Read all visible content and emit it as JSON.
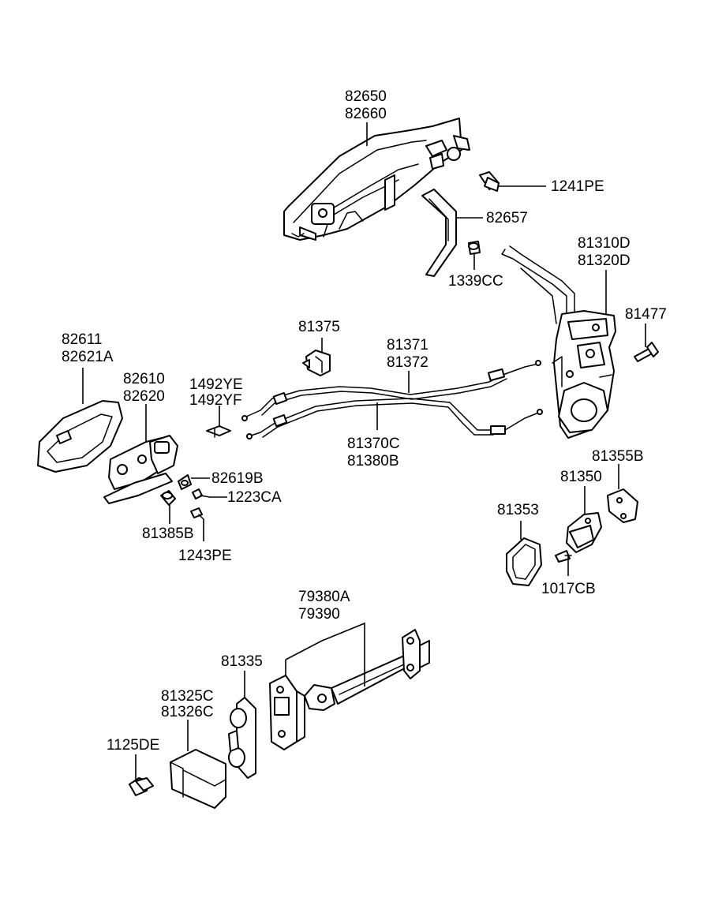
{
  "labels": {
    "l82650": "82650",
    "l82660": "82660",
    "l1241PE": "1241PE",
    "l82657": "82657",
    "l1339CC": "1339CC",
    "l81310D": "81310D",
    "l81320D": "81320D",
    "l81477": "81477",
    "l81375": "81375",
    "l81371": "81371",
    "l81372": "81372",
    "l82611": "82611",
    "l82621A": "82621A",
    "l82610": "82610",
    "l82620": "82620",
    "l1492YE": "1492YE",
    "l1492YF": "1492YF",
    "l81370C": "81370C",
    "l81380B": "81380B",
    "l82619B": "82619B",
    "l1223CA": "1223CA",
    "l81385B": "81385B",
    "l1243PE": "1243PE",
    "l81355B": "81355B",
    "l81350": "81350",
    "l81353": "81353",
    "l1017CB": "1017CB",
    "l79380A": "79380A",
    "l79390": "79390",
    "l81335": "81335",
    "l81325C": "81325C",
    "l81326C": "81326C",
    "l1125DE": "1125DE"
  }
}
